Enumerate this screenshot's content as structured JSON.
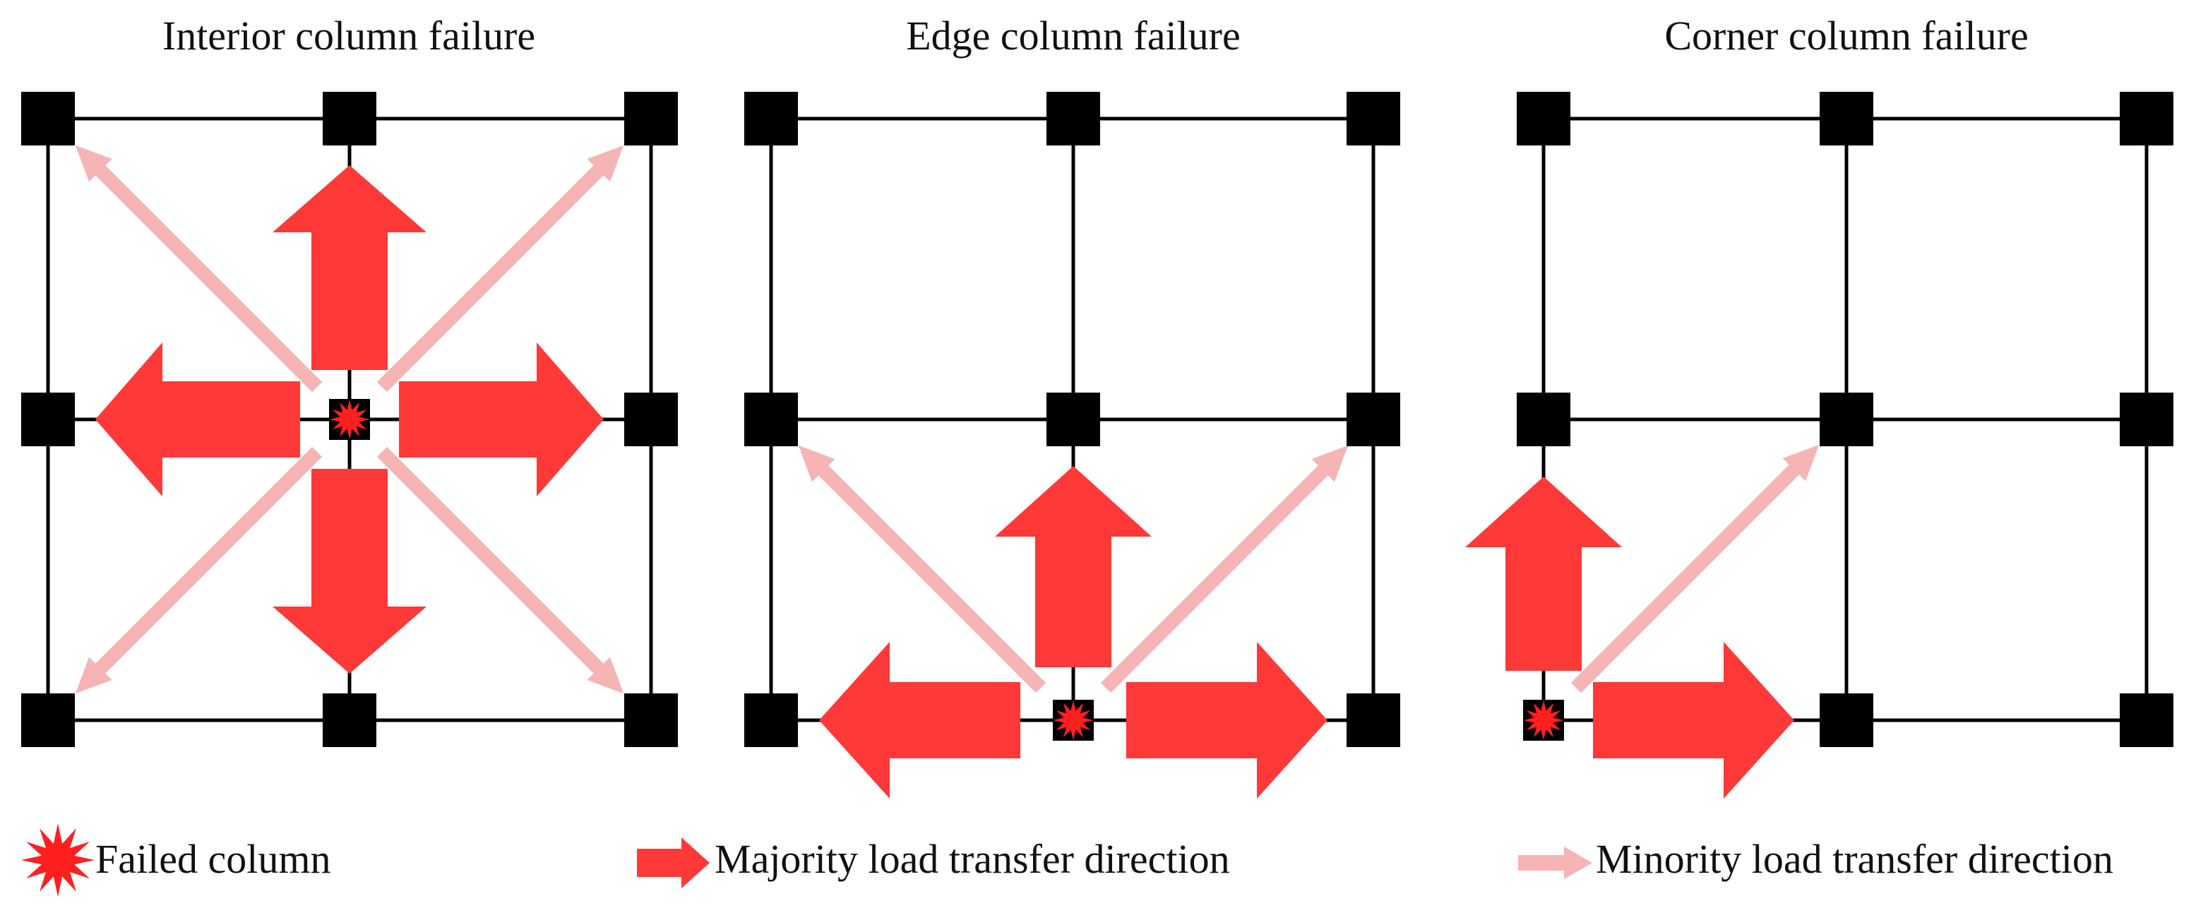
{
  "colors": {
    "column": "#000000",
    "beam": "#000000",
    "majority_arrow": "#ff3838",
    "minority_arrow": "#f6b4b4",
    "failed_marker": "#ff1f1f",
    "background": "#ffffff"
  },
  "panels": [
    {
      "id": "interior",
      "title": "Interior column failure",
      "failed_column": [
        1,
        1
      ],
      "majority_arrows": [
        "up",
        "down",
        "left",
        "right"
      ],
      "minority_arrows": [
        "up-left",
        "up-right",
        "down-left",
        "down-right"
      ]
    },
    {
      "id": "edge",
      "title": "Edge column failure",
      "failed_column": [
        1,
        2
      ],
      "majority_arrows": [
        "up",
        "left",
        "right"
      ],
      "minority_arrows": [
        "up-left",
        "up-right"
      ]
    },
    {
      "id": "corner",
      "title": "Corner column failure",
      "failed_column": [
        0,
        2
      ],
      "majority_arrows": [
        "up",
        "right"
      ],
      "minority_arrows": [
        "up-right"
      ]
    }
  ],
  "legend": {
    "failed": {
      "label": "Failed column",
      "icon": "starburst-icon"
    },
    "majority": {
      "label": "Majority load transfer direction",
      "icon": "red-arrow-icon"
    },
    "minority": {
      "label": "Minority load transfer direction",
      "icon": "pink-arrow-icon"
    }
  }
}
